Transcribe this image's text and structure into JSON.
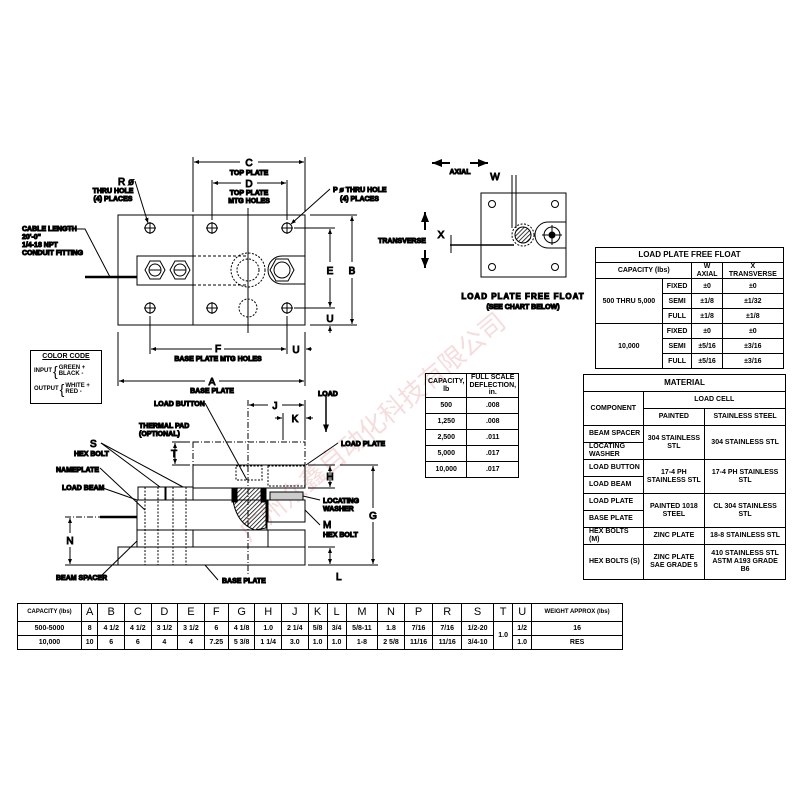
{
  "watermark": "广州众鑫自动化科技有限公司",
  "top_view": {
    "r_label": "R ø",
    "r_desc": [
      "THRU HOLE",
      "(4) PLACES"
    ],
    "p_label": "P ø THRU HOLE",
    "p_desc": "(4) PLACES",
    "c_label": "C",
    "c_desc": "TOP PLATE",
    "d_label": "D",
    "d_desc": [
      "TOP PLATE",
      "MTG HOLES"
    ],
    "e_label": "E",
    "b_label": "B",
    "u_label": "U",
    "f_label": "F",
    "f_desc": "BASE PLATE MTG HOLES",
    "a_label": "A",
    "a_desc": "BASE PLATE",
    "cable": [
      "CABLE LENGTH",
      "20'-0\"",
      "1/4-18 NPT",
      "CONDUIT FITTING"
    ]
  },
  "color_code": {
    "title": "COLOR CODE",
    "input_label": "INPUT",
    "input": [
      "GREEN +",
      "BLACK -"
    ],
    "output_label": "OUTPUT",
    "output": [
      "WHITE +",
      "RED -"
    ]
  },
  "side_view": {
    "load_button": "LOAD BUTTON",
    "thermal_pad": [
      "THERMAL PAD",
      "(OPTIONAL)"
    ],
    "s_label": "S",
    "s_desc": "HEX BOLT",
    "nameplate": "NAMEPLATE",
    "load_beam": "LOAD BEAM",
    "beam_spacer": "BEAM SPACER",
    "base_plate": "BASE PLATE",
    "load": "LOAD",
    "load_plate": "LOAD PLATE",
    "locating_washer": [
      "LOCATING",
      "WASHER"
    ],
    "m_label": "M",
    "m_desc": "HEX BOLT",
    "j": "J",
    "k": "K",
    "t": "T",
    "h": "H",
    "g": "G",
    "n": "N",
    "l": "L"
  },
  "float_view": {
    "axial": "AXIAL",
    "transverse": "TRANSVERSE",
    "w": "W",
    "x": "X",
    "caption": [
      "LOAD PLATE FREE FLOAT",
      "(SEE CHART BELOW)"
    ]
  },
  "deflection_table": {
    "headers": [
      "CAPACITY, lb",
      "FULL SCALE DEFLECTION, in."
    ],
    "rows": [
      [
        "500",
        ".008"
      ],
      [
        "1,250",
        ".008"
      ],
      [
        "2,500",
        ".011"
      ],
      [
        "5,000",
        ".017"
      ],
      [
        "10,000",
        ".017"
      ]
    ]
  },
  "float_table": {
    "title": "LOAD PLATE FREE FLOAT",
    "capacity_header": "CAPACITY (lbs)",
    "w_header": "W",
    "w_sub": "AXIAL",
    "x_header": "X",
    "x_sub": "TRANSVERSE",
    "groups": [
      {
        "capacity": "500 THRU 5,000",
        "rows": [
          [
            "FIXED",
            "±0",
            "±0"
          ],
          [
            "SEMI",
            "±1/8",
            "±1/32"
          ],
          [
            "FULL",
            "±1/8",
            "±1/8"
          ]
        ]
      },
      {
        "capacity": "10,000",
        "rows": [
          [
            "FIXED",
            "±0",
            "±0"
          ],
          [
            "SEMI",
            "±5/16",
            "±3/16"
          ],
          [
            "FULL",
            "±5/16",
            "±3/16"
          ]
        ]
      }
    ]
  },
  "material_table": {
    "title": "MATERIAL",
    "component_header": "COMPONENT",
    "load_cell_header": "LOAD CELL",
    "painted_header": "PAINTED",
    "stainless_header": "STAINLESS STEEL",
    "groups": [
      {
        "components": [
          "BEAM SPACER",
          "LOCATING WASHER"
        ],
        "painted": "304 STAINLESS STL",
        "stainless": "304 STAINLESS STL"
      },
      {
        "components": [
          "LOAD BUTTON",
          "LOAD BEAM"
        ],
        "painted": "17-4 PH STAINLESS STL",
        "stainless": "17-4 PH STAINLESS STL"
      },
      {
        "components": [
          "LOAD PLATE",
          "BASE PLATE"
        ],
        "painted": "PAINTED 1018 STEEL",
        "stainless": "CL 304 STAINLESS STL"
      },
      {
        "components": [
          "HEX BOLTS (M)"
        ],
        "painted": "ZINC PLATE",
        "stainless": "18-8 STAINLESS STL"
      },
      {
        "components": [
          "HEX BOLTS (S)"
        ],
        "painted": "ZINC PLATE SAE GRADE 5",
        "stainless": "410 STAINLESS STL ASTM A193 GRADE B6"
      }
    ]
  },
  "dimension_table": {
    "headers": [
      "CAPACITY (lbs)",
      "A",
      "B",
      "C",
      "D",
      "E",
      "F",
      "G",
      "H",
      "J",
      "K",
      "L",
      "M",
      "N",
      "P",
      "R",
      "S",
      "T",
      "U",
      "WEIGHT APPROX (lbs)"
    ],
    "rows": [
      [
        "500-5000",
        "8",
        "4 1/2",
        "4 1/2",
        "3 1/2",
        "3 1/2",
        "6",
        "4 1/8",
        "1.0",
        "2 1/4",
        "5/8",
        "3/4",
        "5/8-11",
        "1.8",
        "7/16",
        "7/16",
        "1/2-20",
        "1.0",
        "1/2",
        "16"
      ],
      [
        "10,000",
        "10",
        "6",
        "6",
        "4",
        "4",
        "7.25",
        "5 3/8",
        "1 1/4",
        "3.0",
        "1.0",
        "1.0",
        "1-8",
        "2 5/8",
        "11/16",
        "11/16",
        "3/4-10",
        "",
        "1.0",
        "RES"
      ]
    ]
  }
}
